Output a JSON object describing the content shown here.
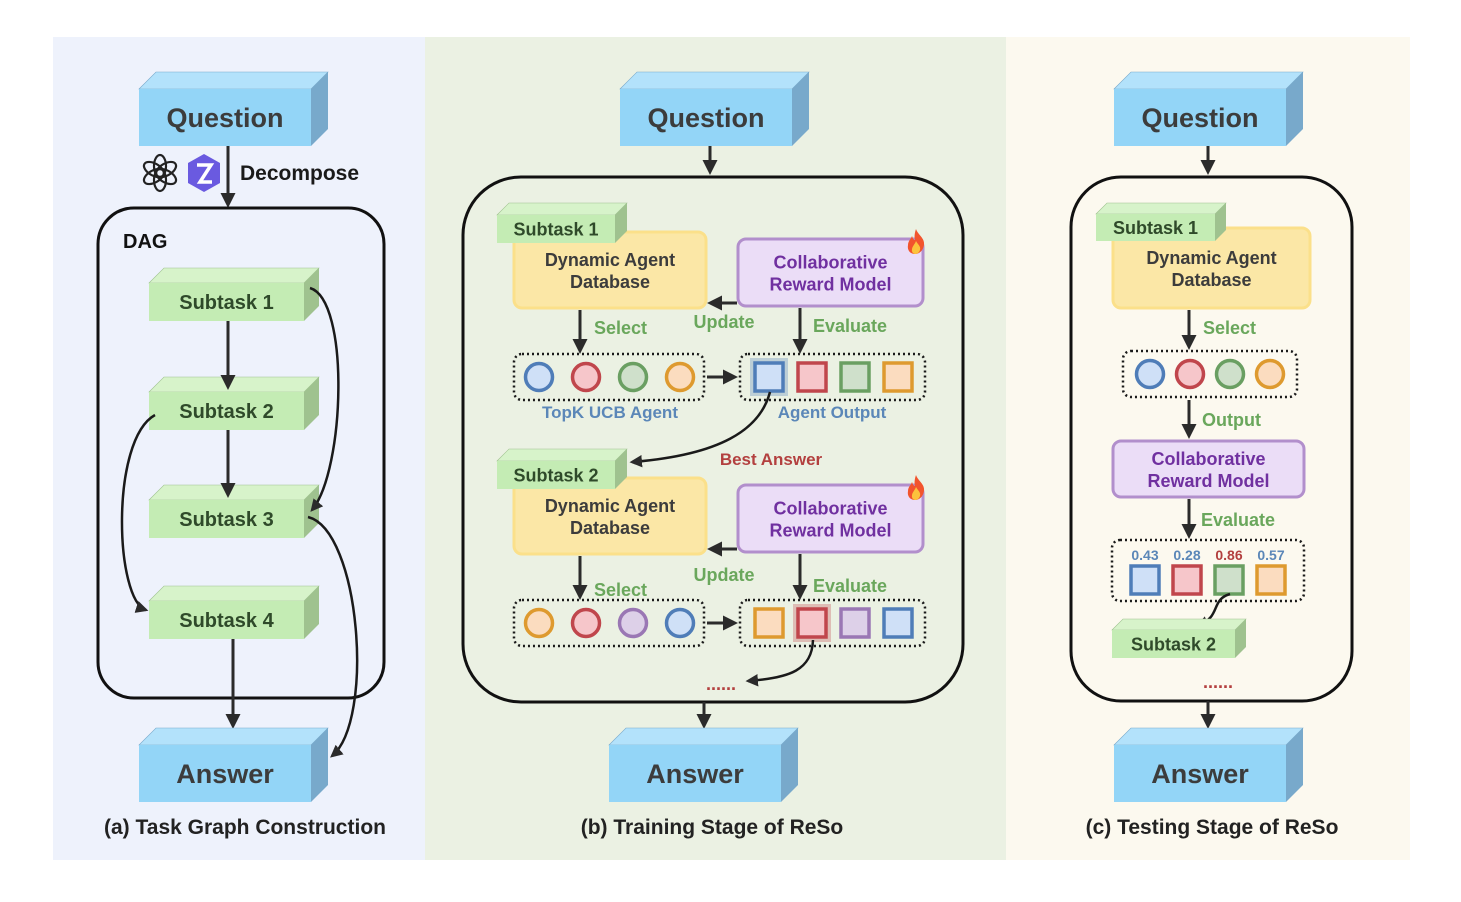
{
  "panels": {
    "a": {
      "caption": "(a) Task Graph Construction",
      "question": "Question",
      "answer": "Answer",
      "decompose_label": "Decompose",
      "dag_label": "DAG",
      "subtasks": [
        "Subtask 1",
        "Subtask 2",
        "Subtask 3",
        "Subtask 4"
      ],
      "edges": [
        {
          "from": "Subtask 1",
          "to": "Subtask 2"
        },
        {
          "from": "Subtask 1",
          "to": "Subtask 3"
        },
        {
          "from": "Subtask 2",
          "to": "Subtask 3"
        },
        {
          "from": "Subtask 2",
          "to": "Subtask 4"
        },
        {
          "from": "Subtask 3",
          "to": "Answer"
        },
        {
          "from": "Subtask 4",
          "to": "Answer"
        }
      ],
      "icons": [
        "openai-logo-icon",
        "qwen-logo-icon"
      ]
    },
    "b": {
      "caption": "(b) Training Stage of ReSo",
      "question": "Question",
      "answer": "Answer",
      "blocks": [
        {
          "subtask": "Subtask 1",
          "database": [
            "Dynamic Agent",
            "Database"
          ],
          "reward_model": [
            "Collaborative",
            "Reward Model"
          ],
          "select": "Select",
          "update": "Update",
          "evaluate": "Evaluate",
          "agents_label": "TopK UCB Agent",
          "outputs_label": "Agent Output",
          "agents": [
            "blue",
            "red",
            "green",
            "orange"
          ],
          "outputs": [
            "blue",
            "red",
            "green",
            "orange"
          ],
          "best_output_index": 0
        },
        {
          "subtask": "Subtask 2",
          "database": [
            "Dynamic Agent",
            "Database"
          ],
          "reward_model": [
            "Collaborative",
            "Reward Model"
          ],
          "select": "Select",
          "update": "Update",
          "evaluate": "Evaluate",
          "agents": [
            "orange",
            "red",
            "purple",
            "blue"
          ],
          "outputs": [
            "orange",
            "red",
            "purple",
            "blue"
          ],
          "best_output_index": 1
        }
      ],
      "best_answer_label": "Best Answer",
      "ellipsis": "......"
    },
    "c": {
      "caption": "(c) Testing Stage of ReSo",
      "question": "Question",
      "answer": "Answer",
      "subtask": "Subtask 1",
      "database": [
        "Dynamic Agent",
        "Database"
      ],
      "select": "Select",
      "output": "Output",
      "reward_model": [
        "Collaborative",
        "Reward Model"
      ],
      "evaluate": "Evaluate",
      "agents": [
        "blue",
        "red",
        "green",
        "orange"
      ],
      "scores": [
        "0.43",
        "0.28",
        "0.86",
        "0.57"
      ],
      "outputs": [
        "blue",
        "red",
        "green",
        "orange"
      ],
      "best_output_index": 2,
      "next_subtask": "Subtask 2",
      "ellipsis": "......"
    }
  },
  "colors": {
    "blue": {
      "stroke": "#4f7db8",
      "fill": "#cfe0f7"
    },
    "red": {
      "stroke": "#c0464c",
      "fill": "#f6c6ca"
    },
    "green": {
      "stroke": "#6a9f62",
      "fill": "#cfe0cb"
    },
    "orange": {
      "stroke": "#de9a2f",
      "fill": "#fbdcbf"
    },
    "purple": {
      "stroke": "#9a77b4",
      "fill": "#ddd0e8"
    },
    "label_green": "#6aa75c",
    "label_blue": "#5b87b8",
    "label_red": "#b3403f",
    "reward_purple": "#7030a0"
  }
}
